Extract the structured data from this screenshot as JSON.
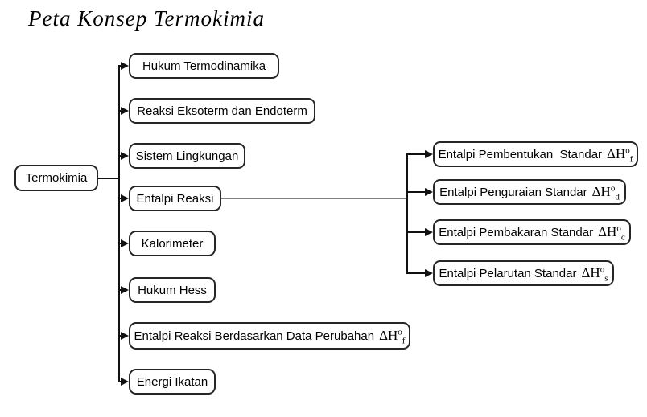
{
  "title": "Peta Konsep Termokimia",
  "root": {
    "label": "Termokimia"
  },
  "branches": [
    {
      "label": "Hukum Termodinamika"
    },
    {
      "label": "Reaksi Eksoterm dan Endoterm"
    },
    {
      "label": "Sistem Lingkungan"
    },
    {
      "label": "Entalpi Reaksi"
    },
    {
      "label": "Kalorimeter"
    },
    {
      "label": "Hukum Hess"
    },
    {
      "label": "Entalpi Reaksi Berdasarkan Data Perubahan",
      "math": {
        "base": "ΔH",
        "sup": "o",
        "sub": "f"
      }
    },
    {
      "label": "Energi Ikatan"
    }
  ],
  "sub_branches": [
    {
      "label": "Entalpi Pembentukan  Standar",
      "math": {
        "base": "ΔH",
        "sup": "o",
        "sub": "f"
      }
    },
    {
      "label": "Entalpi Penguraian Standar",
      "math": {
        "base": "ΔH",
        "sup": "o",
        "sub": "d"
      }
    },
    {
      "label": "Entalpi Pembakaran Standar",
      "math": {
        "base": "ΔH",
        "sup": "o",
        "sub": "c"
      }
    },
    {
      "label": "Entalpi Pelarutan Standar",
      "math": {
        "base": "ΔH",
        "sup": "o",
        "sub": "s"
      }
    }
  ],
  "colors": {
    "background": "#ffffff",
    "box_border": "#262626",
    "connector": "#111111",
    "sub_connector": "#808080",
    "text": "#000000"
  }
}
